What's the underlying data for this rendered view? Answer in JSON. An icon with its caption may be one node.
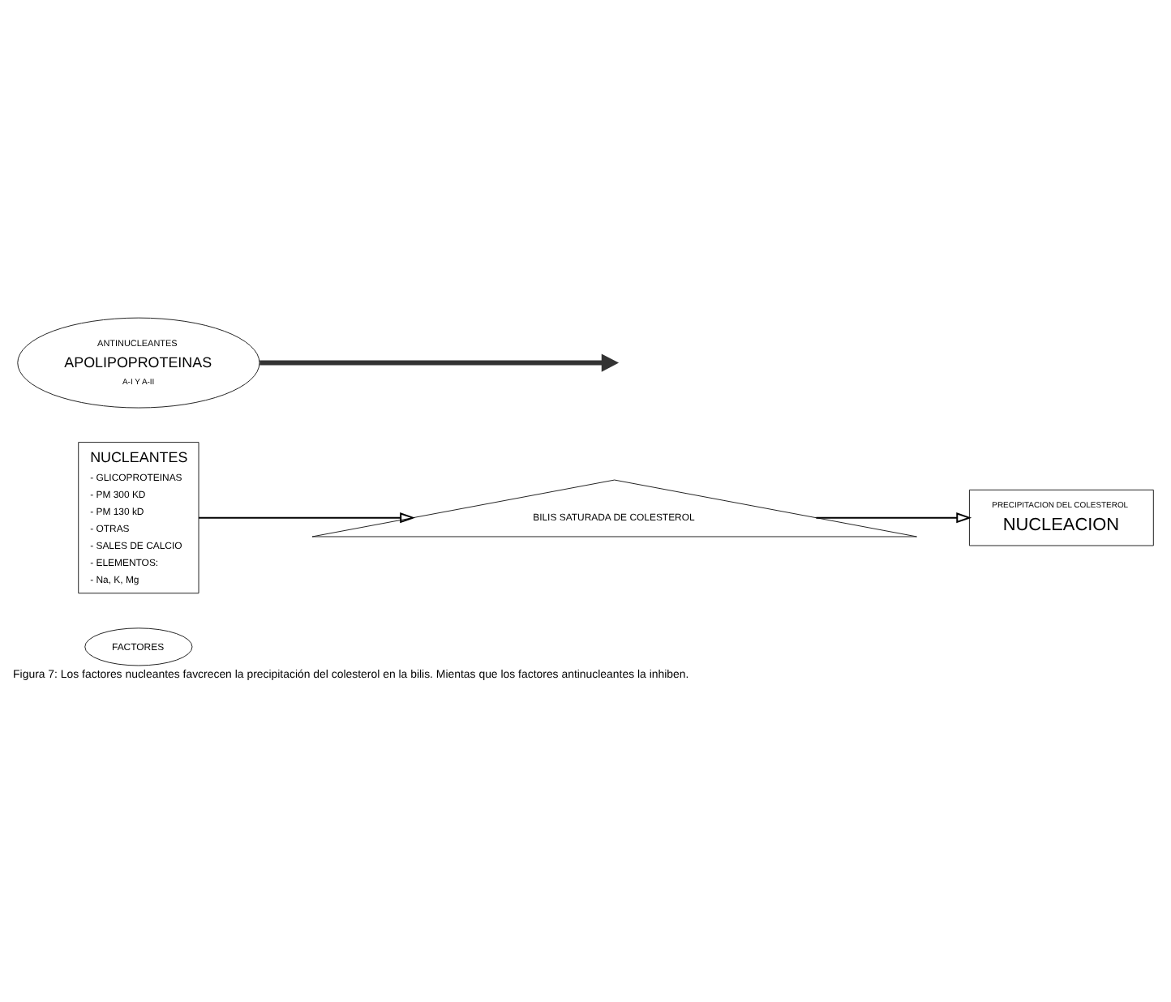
{
  "diagram": {
    "caption": "Figura 7: Los factores nucleantes favcrecen la precipitación del colesterol en la bilis. Mientas que los factores antinucleantes la inhiben.",
    "nodes": [
      {
        "text": [
          "FACTORES"
        ]
      },
      {
        "text": [
          "NUCLEANTES",
          "- GLICOPROTEINAS",
          "- PM 300 KD",
          "- PM 130 kD",
          "- OTRAS",
          "- SALES DE CALCIO",
          "- ELEMENTOS:",
          "- Na, K, Mg"
        ]
      },
      {
        "text": [
          "BILIS SATURADA DE COLESTEROL"
        ]
      },
      {
        "text": [
          "ANTINUCLEANTES",
          "APOLIPOPROTEINAS",
          "A-I Y A-II"
        ]
      },
      {
        "text": [
          "PRECIPITACION DEL COLESTEROL",
          "NUCLEACION"
        ]
      }
    ],
    "edges": [
      {
        "from": 1,
        "to": 2,
        "arrow": "to"
      },
      {
        "from": 2,
        "to": 4,
        "arrow": "to"
      },
      {
        "from": 3,
        "to": null,
        "arrow": "to",
        "style": "thick",
        "color": "#333333"
      }
    ]
  }
}
